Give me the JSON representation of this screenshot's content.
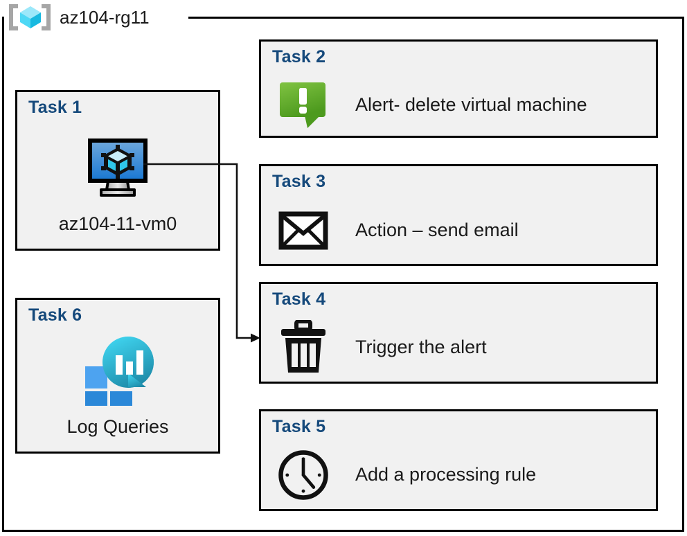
{
  "resource_group": {
    "name": "az104-rg11",
    "icon": "azure-resource-group-icon"
  },
  "tasks": [
    {
      "id": "task-1",
      "title": "Task 1",
      "label": "az104-11-vm0",
      "icon": "virtual-machine-icon",
      "column": "left"
    },
    {
      "id": "task-2",
      "title": "Task 2",
      "label": "Alert- delete virtual machine",
      "icon": "alert-callout-icon",
      "column": "right"
    },
    {
      "id": "task-3",
      "title": "Task 3",
      "label": "Action – send email",
      "icon": "envelope-icon",
      "column": "right"
    },
    {
      "id": "task-4",
      "title": "Task 4",
      "label": "Trigger the alert",
      "icon": "trash-can-icon",
      "column": "right"
    },
    {
      "id": "task-5",
      "title": "Task 5",
      "label": "Add a processing rule",
      "icon": "clock-icon",
      "column": "right"
    },
    {
      "id": "task-6",
      "title": "Task 6",
      "label": "Log Queries",
      "icon": "log-analytics-icon",
      "column": "left"
    }
  ],
  "connector": {
    "from": "task-1",
    "to": "task-4",
    "arrow": "arrowhead-right"
  },
  "colors": {
    "task_title": "#15497B",
    "card_fill": "#f1f1f1",
    "border": "#000000",
    "alert_green_light": "#7DBE3C",
    "alert_green_dark": "#4E9A28",
    "vm_blue_light": "#5B9BD5",
    "vm_blue_dark": "#1B7FD4",
    "cube_cyan": "#49D3F0",
    "log_tile_blue": "#2B88D8",
    "log_tile_blue_light": "#4DA3F0",
    "log_circle_cyan": "#32C8E8",
    "log_circle_teal": "#1B8EA8",
    "bracket_gray": "#A6A6A6"
  }
}
